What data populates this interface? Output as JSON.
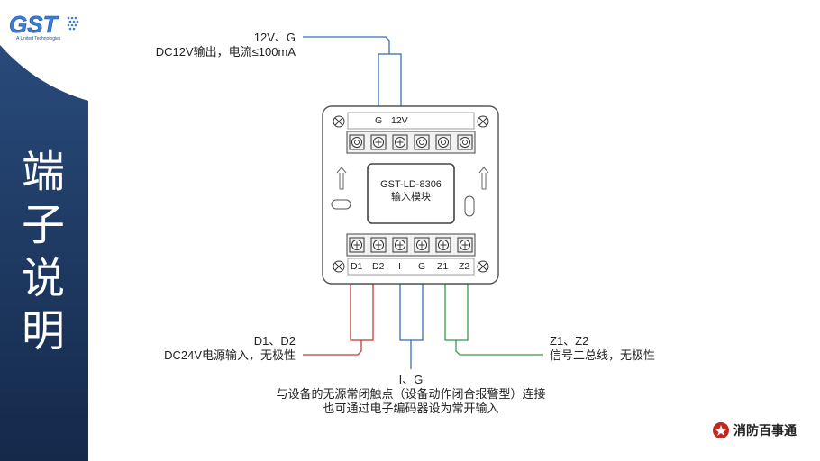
{
  "brand": {
    "logo_text": "GST",
    "sub_text": "A United Technologies"
  },
  "title_chars": [
    "端",
    "子",
    "说",
    "明"
  ],
  "module": {
    "model": "GST-LD-8306",
    "name": "输入模块"
  },
  "top_terminals": {
    "g": "G",
    "v12": "12V"
  },
  "bottom_terminals": [
    "D1",
    "D2",
    "I",
    "G",
    "Z1",
    "Z2"
  ],
  "callouts": {
    "power_out": {
      "line1": "12V、G",
      "line2": "DC12V输出，电流≤100mA"
    },
    "power_in": {
      "line1": "D1、D2",
      "line2": "DC24V电源输入，无极性"
    },
    "bus": {
      "line1": "Z1、Z2",
      "line2": "信号二总线，无极性"
    },
    "input": {
      "line1": "I、G",
      "line2": "与设备的无源常闭触点（设备动作闭合报警型）连接",
      "line3": "也可通过电子编码器设为常开输入"
    }
  },
  "footer": {
    "text": "消防百事通"
  },
  "colors": {
    "sidebar": "#1c3a66",
    "blue_wire": "#3a6fb0",
    "red_wire": "#c43c3c",
    "green_wire": "#3a9a4a"
  }
}
